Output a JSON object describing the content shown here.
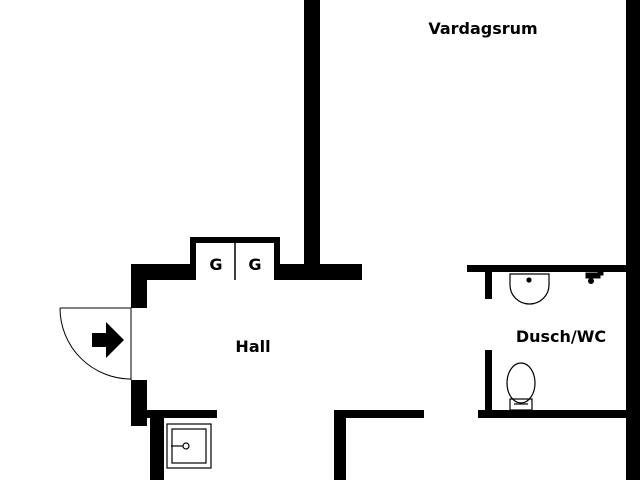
{
  "rooms": {
    "living_room": "Vardagsrum",
    "hall": "Hall",
    "bathroom": "Dusch/WC"
  },
  "wardrobes": {
    "left": "G",
    "right": "G"
  },
  "icons": {
    "entrance": "entrance-arrow-icon",
    "door_swing": "door-swing-icon",
    "washbasin": "washbasin-icon",
    "toilet": "toilet-icon",
    "shower_mixer": "shower-mixer-icon",
    "sink": "sink-icon"
  },
  "colors": {
    "wall": "#000000",
    "background": "#ffffff"
  }
}
